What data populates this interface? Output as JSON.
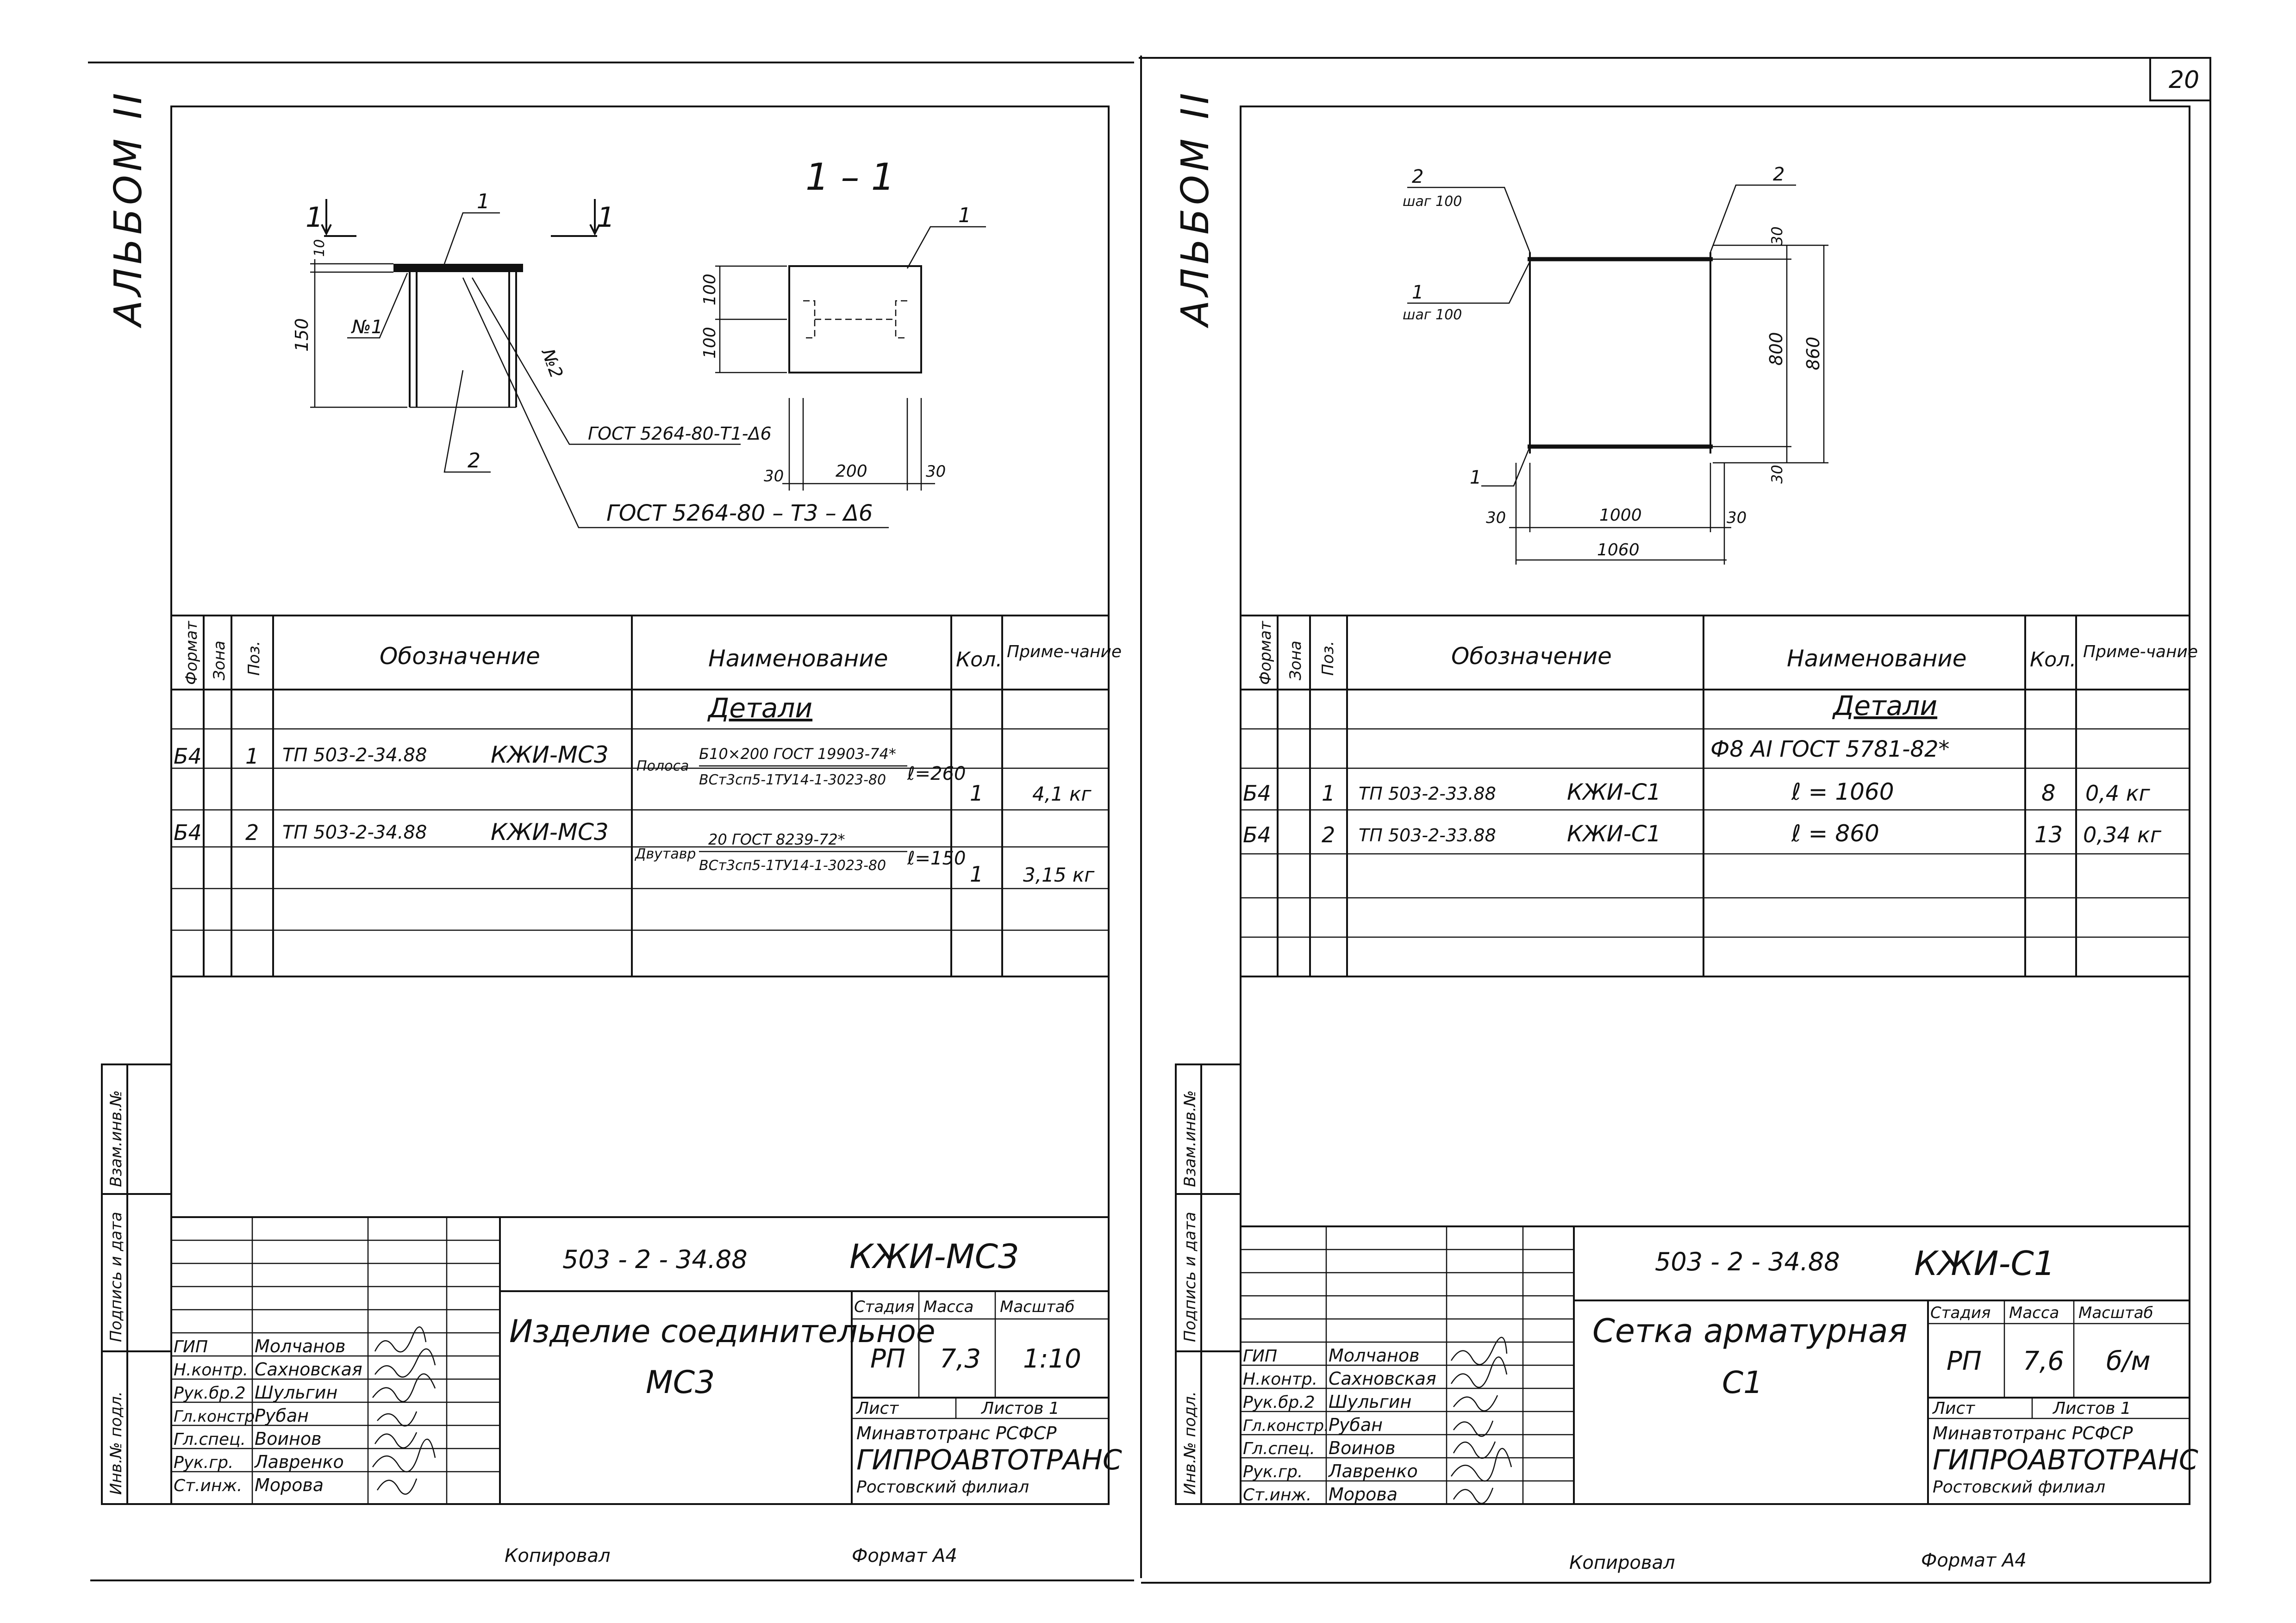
{
  "page_number": "20",
  "footer": {
    "copied": "Копировал",
    "format": "Формат А4"
  },
  "sheets": [
    {
      "album": "АЛЬБОМ II",
      "side_stamp": {
        "inv_no": "Инв.№ подл.",
        "sign_date": "Подпись и дата",
        "replace_inv": "Взам.инв.№"
      },
      "drawing": {
        "section_title": "1 – 1",
        "cut_mark": "1",
        "labels": [
          "1",
          "2",
          "1",
          "№1",
          "№2"
        ],
        "dims": [
          "10",
          "150",
          "100",
          "100",
          "30",
          "200",
          "30"
        ],
        "gost_1": "ГОСТ 5264-80-Т1-Δ6",
        "gost_2": "ГОСТ 5264-80 – Т3 – Δ6"
      },
      "spec": {
        "headers": [
          "Формат",
          "Зона",
          "Поз.",
          "Обозначение",
          "Наименование",
          "Кол.",
          "Приме-чание"
        ],
        "section": "Детали",
        "rows": [
          {
            "format": "Б4",
            "pos": "1",
            "designation": "ТП 503-2-34.88",
            "mark": "КЖИ-МС3",
            "name_prefix": "Полоса",
            "name_top": "Б10×200 ГОСТ 19903-74*",
            "name_bottom": "ВСт3сп5-1ТУ14-1-3023-80",
            "length": "ℓ=260",
            "qty": "1",
            "note": "4,1 кг"
          },
          {
            "format": "Б4",
            "pos": "2",
            "designation": "ТП 503-2-34.88",
            "mark": "КЖИ-МС3",
            "name_prefix": "Двутавр",
            "name_top": "20 ГОСТ 8239-72*",
            "name_bottom": "ВСт3сп5-1ТУ14-1-3023-80",
            "length": "ℓ=150",
            "qty": "1",
            "note": "3,15 кг"
          }
        ]
      },
      "title_block": {
        "code": "503 - 2 - 34.88",
        "mark": "КЖИ-МС3",
        "title_line1": "Изделие соединительное",
        "title_line2": "МС3",
        "stage_label": "Стадия",
        "mass_label": "Масса",
        "scale_label": "Масштаб",
        "stage": "РП",
        "mass": "7,3",
        "scale": "1:10",
        "sheet_label": "Лист",
        "sheets_label": "Листов 1",
        "org1": "Минавтотранс РСФСР",
        "org2": "ГИПРОАВТОТРАНС",
        "org3": "Ростовский филиал",
        "people": [
          {
            "role": "ГИП",
            "name": "Молчанов"
          },
          {
            "role": "Н.контр.",
            "name": "Сахновская"
          },
          {
            "role": "Рук.бр.2",
            "name": "Шульгин"
          },
          {
            "role": "Гл.констр.",
            "name": "Рубан"
          },
          {
            "role": "Гл.спец.",
            "name": "Воинов"
          },
          {
            "role": "Рук.гр.",
            "name": "Лавренко"
          },
          {
            "role": "Ст.инж.",
            "name": "Морова"
          }
        ]
      }
    },
    {
      "album": "АЛЬБОМ II",
      "side_stamp": {
        "inv_no": "Инв.№ подл.",
        "sign_date": "Подпись и дата",
        "replace_inv": "Взам.инв.№"
      },
      "drawing": {
        "label_2": "2",
        "label_2_step": "шаг 100",
        "label_1": "1",
        "label_1_step": "шаг 100",
        "label_2b": "2",
        "label_1b": "1",
        "dims": [
          "30",
          "800",
          "860",
          "30",
          "30",
          "1000",
          "30",
          "1060"
        ]
      },
      "spec": {
        "headers": [
          "Формат",
          "Зона",
          "Поз.",
          "Обозначение",
          "Наименование",
          "Кол.",
          "Приме-чание"
        ],
        "section": "Детали",
        "subsection": "Ф8 АI ГОСТ 5781-82*",
        "rows": [
          {
            "format": "Б4",
            "pos": "1",
            "designation": "ТП 503-2-33.88",
            "mark": "КЖИ-С1",
            "name": "ℓ = 1060",
            "qty": "8",
            "note": "0,4 кг"
          },
          {
            "format": "Б4",
            "pos": "2",
            "designation": "ТП 503-2-33.88",
            "mark": "КЖИ-С1",
            "name": "ℓ = 860",
            "qty": "13",
            "note": "0,34 кг"
          }
        ]
      },
      "title_block": {
        "code": "503 - 2 - 34.88",
        "mark": "КЖИ-С1",
        "title_line1": "Сетка арматурная",
        "title_line2": "С1",
        "stage_label": "Стадия",
        "mass_label": "Масса",
        "scale_label": "Масштаб",
        "stage": "РП",
        "mass": "7,6",
        "scale": "б/м",
        "sheet_label": "Лист",
        "sheets_label": "Листов 1",
        "org1": "Минавтотранс РСФСР",
        "org2": "ГИПРОАВТОТРАНС",
        "org3": "Ростовский филиал",
        "people": [
          {
            "role": "ГИП",
            "name": "Молчанов"
          },
          {
            "role": "Н.контр.",
            "name": "Сахновская"
          },
          {
            "role": "Рук.бр.2",
            "name": "Шульгин"
          },
          {
            "role": "Гл.констр.",
            "name": "Рубан"
          },
          {
            "role": "Гл.спец.",
            "name": "Воинов"
          },
          {
            "role": "Рук.гр.",
            "name": "Лавренко"
          },
          {
            "role": "Ст.инж.",
            "name": "Морова"
          }
        ]
      }
    }
  ]
}
